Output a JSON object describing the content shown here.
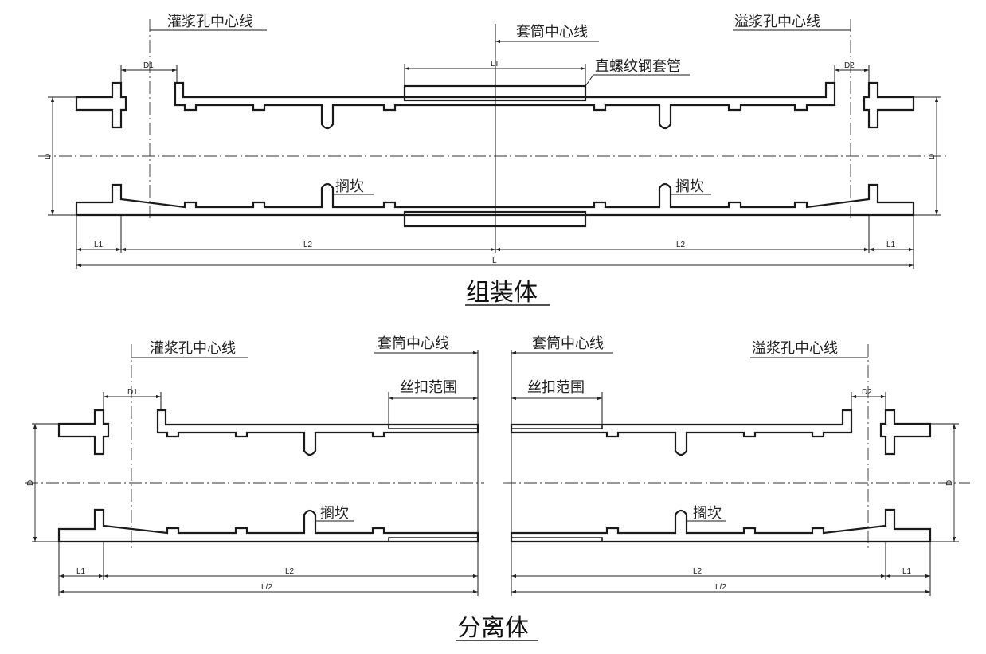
{
  "labels": {
    "grout_hole_center": "灌浆孔中心线",
    "overflow_hole_center": "溢浆孔中心线",
    "sleeve_center": "套筒中心线",
    "steel_sleeve": "直螺纹钢套管",
    "ridge": "搁坎",
    "thread_range": "丝扣范围",
    "assembly_title": "组装体",
    "separated_title": "分离体"
  },
  "dims": {
    "D": "D",
    "D1": "D1",
    "D2": "D2",
    "LT": "LT",
    "L": "L",
    "L1": "L1",
    "L2": "L2",
    "L_half": "L/2"
  }
}
